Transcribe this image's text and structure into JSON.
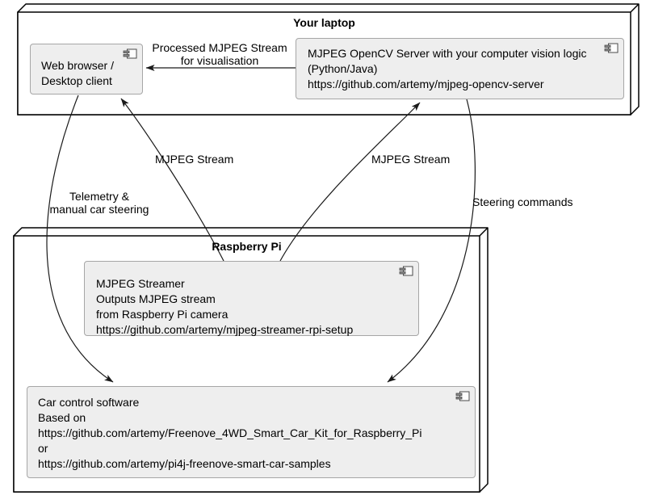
{
  "diagram": {
    "type": "uml-deployment-diagram",
    "nodes": [
      {
        "id": "laptop",
        "title": "Your laptop",
        "components": [
          {
            "id": "web-browser",
            "lines": [
              "Web browser /",
              "Desktop client"
            ]
          },
          {
            "id": "opencv-server",
            "lines": [
              "MJPEG OpenCV Server with your computer vision logic",
              "(Python/Java)",
              "https://github.com/artemy/mjpeg-opencv-server"
            ]
          }
        ]
      },
      {
        "id": "raspberry-pi",
        "title": "Raspberry Pi",
        "components": [
          {
            "id": "mjpeg-streamer",
            "lines": [
              "MJPEG Streamer",
              "Outputs MJPEG stream",
              "from Raspberry Pi camera",
              "https://github.com/artemy/mjpeg-streamer-rpi-setup"
            ]
          },
          {
            "id": "car-control",
            "lines": [
              "Car control software",
              "Based on",
              "https://github.com/artemy/Freenove_4WD_Smart_Car_Kit_for_Raspberry_Pi",
              "or",
              "https://github.com/artemy/pi4j-freenove-smart-car-samples"
            ]
          }
        ]
      }
    ],
    "edges": [
      {
        "from": "opencv-server",
        "to": "web-browser",
        "label_lines": [
          "Processed MJPEG Stream",
          "for visualisation"
        ]
      },
      {
        "from": "mjpeg-streamer",
        "to": "web-browser",
        "label_lines": [
          "MJPEG Stream"
        ]
      },
      {
        "from": "mjpeg-streamer",
        "to": "opencv-server",
        "label_lines": [
          "MJPEG Stream"
        ]
      },
      {
        "from": "web-browser",
        "to": "car-control",
        "label_lines": [
          "Telemetry &",
          "manual car steering"
        ]
      },
      {
        "from": "opencv-server",
        "to": "car-control",
        "label_lines": [
          "Steering commands"
        ]
      }
    ],
    "colors": {
      "background": "#ffffff",
      "node_fill": "#ffffff",
      "node_border": "#000000",
      "component_fill": "#eeeeee",
      "component_border": "#a6a6a6",
      "arrow": "#1a1a1a",
      "text": "#000000"
    }
  }
}
